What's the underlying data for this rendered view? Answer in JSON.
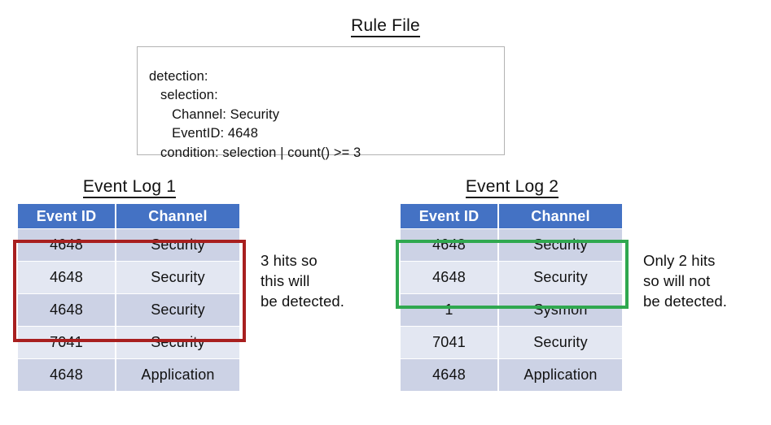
{
  "rule": {
    "title": "Rule File",
    "code": "detection:\n   selection:\n      Channel: Security\n      EventID: 4648\n   condition: selection | count() >= 3",
    "box_border_color": "#b3b3b3"
  },
  "colors": {
    "header_blue": "#4472C4",
    "row_dark": "#CCD2E5",
    "row_light": "#E3E7F2",
    "highlight_red": "#A81F1F",
    "highlight_green": "#2FA84F",
    "text": "#111111"
  },
  "logs": [
    {
      "title": "Event Log 1",
      "columns": [
        "Event ID",
        "Channel"
      ],
      "rows": [
        {
          "event_id": "4648",
          "channel": "Security"
        },
        {
          "event_id": "4648",
          "channel": "Security"
        },
        {
          "event_id": "4648",
          "channel": "Security"
        },
        {
          "event_id": "7041",
          "channel": "Security"
        },
        {
          "event_id": "4648",
          "channel": "Application"
        }
      ],
      "highlight": {
        "color": "#A81F1F",
        "first_row": 1,
        "row_count": 3
      },
      "annotation": "3 hits so\nthis will\nbe detected."
    },
    {
      "title": "Event Log 2",
      "columns": [
        "Event ID",
        "Channel"
      ],
      "rows": [
        {
          "event_id": "4648",
          "channel": "Security"
        },
        {
          "event_id": "4648",
          "channel": "Security"
        },
        {
          "event_id": "1",
          "channel": "Sysmon"
        },
        {
          "event_id": "7041",
          "channel": "Security"
        },
        {
          "event_id": "4648",
          "channel": "Application"
        }
      ],
      "highlight": {
        "color": "#2FA84F",
        "first_row": 1,
        "row_count": 2
      },
      "annotation": "Only 2 hits\nso will not\nbe detected."
    }
  ]
}
